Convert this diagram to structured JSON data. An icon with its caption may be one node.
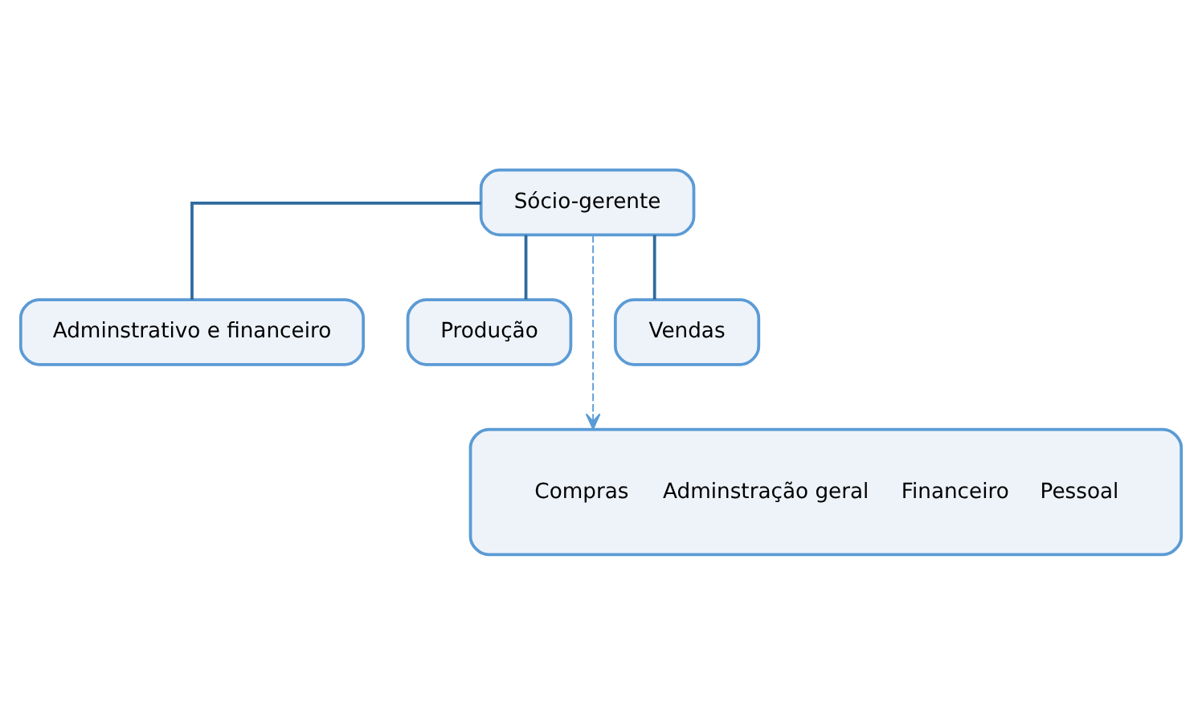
{
  "diagram": {
    "nodes": [
      {
        "text": [
          "Sócio-gerente"
        ]
      },
      {
        "text": [
          "Adminstrativo e financeiro"
        ]
      },
      {
        "text": [
          "Produção"
        ]
      },
      {
        "text": [
          "Vendas"
        ]
      },
      {
        "text": [
          "Compras",
          "Adminstração geral",
          "Financeiro",
          "Pessoal"
        ]
      }
    ],
    "edges": [
      {
        "from": 0,
        "to": 1,
        "arrow": "none"
      },
      {
        "from": 0,
        "to": 2,
        "arrow": "none"
      },
      {
        "from": 0,
        "to": 3,
        "arrow": "none"
      },
      {
        "from": 0,
        "to": 4,
        "arrow": "to",
        "style": "dashed",
        "color": "#5b9bd5"
      }
    ]
  }
}
